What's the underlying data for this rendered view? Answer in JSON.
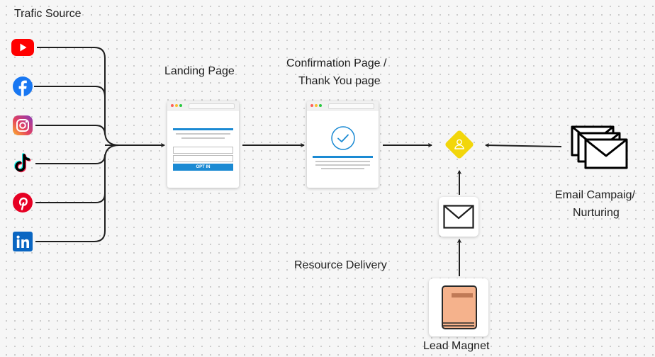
{
  "labels": {
    "traffic_source": "Trafic Source",
    "landing_page": "Landing Page",
    "confirmation_line1": "Confirmation Page /",
    "confirmation_line2": "Thank You page",
    "resource_delivery": "Resource Delivery",
    "email_line1": "Email Campaig/",
    "email_line2": "Nurturing",
    "lead_magnet": "Lead Magnet"
  },
  "landing_mockup": {
    "button_label": "OPT IN"
  },
  "traffic_sources": [
    {
      "icon": "youtube-icon",
      "color": "#ff0000"
    },
    {
      "icon": "facebook-icon",
      "color": "#1877f2"
    },
    {
      "icon": "instagram-icon",
      "color": "#e4405f"
    },
    {
      "icon": "tiktok-icon",
      "color": "#000000"
    },
    {
      "icon": "pinterest-icon",
      "color": "#e60023"
    },
    {
      "icon": "linkedin-icon",
      "color": "#0a66c2"
    }
  ],
  "colors": {
    "connector": "#1e1e1e",
    "accent_blue": "#1b8ad3",
    "lead_diamond": "#f2d60a",
    "book": "#f5b28c"
  }
}
